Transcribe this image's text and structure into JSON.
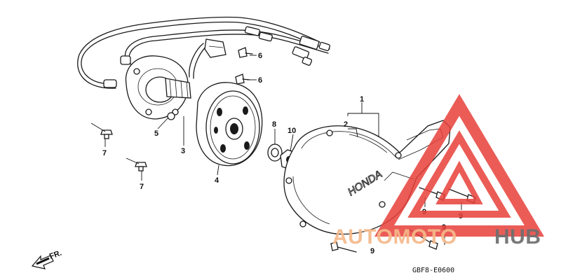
{
  "diagram": {
    "callouts": {
      "c1": "1",
      "c2": "2",
      "c3": "3",
      "c4": "4",
      "c5": "5",
      "c6a": "6",
      "c6b": "6",
      "c7a": "7",
      "c7b": "7",
      "c8": "8",
      "c9a": "9",
      "c9b": "9",
      "c9c": "9",
      "c9d": "9",
      "c10": "10"
    },
    "cover_brand_text": "HONDA",
    "front_arrow_label": "FR.",
    "diagram_code": "GBF8-E0600"
  },
  "watermark": {
    "text_part1": "AUTOMOTO",
    "text_part2": "HUB",
    "color_part1": "#f5b98a",
    "color_part2": "#6e6e6e",
    "triangle_color": "#e8403a"
  }
}
